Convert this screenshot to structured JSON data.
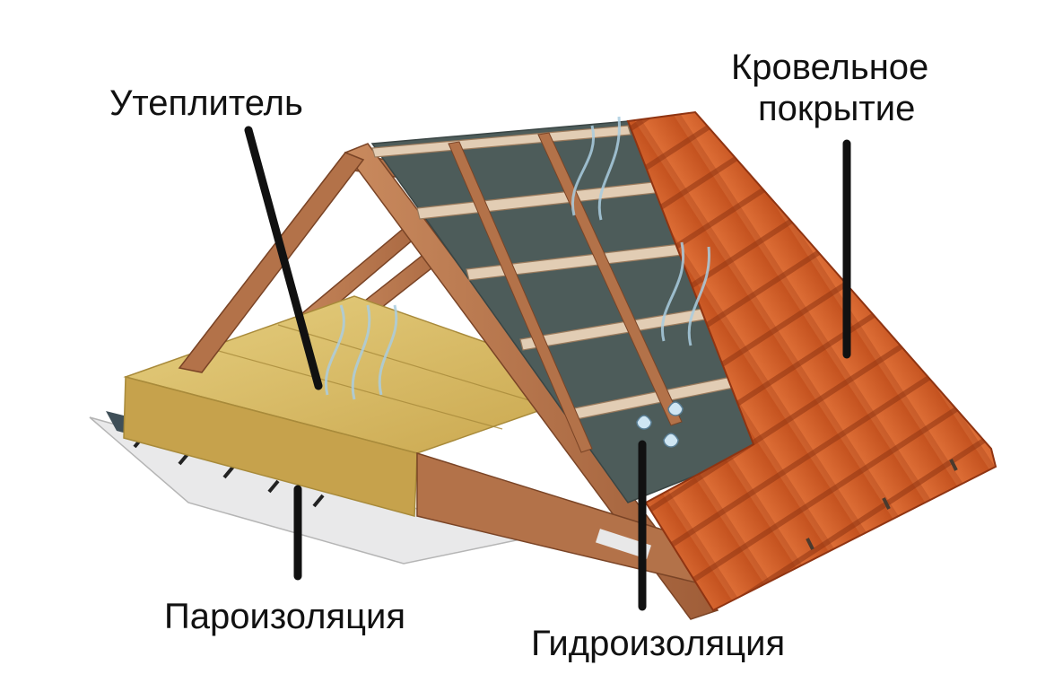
{
  "labels": {
    "insulation": "Утеплитель",
    "roofing_line1": "Кровельное",
    "roofing_line2": "покрытие",
    "vapor_barrier": "Пароизоляция",
    "waterproofing": "Гидроизоляция"
  },
  "colors": {
    "wood": "#b8734a",
    "wood_dark": "#8a4f2e",
    "tile": "#d2602c",
    "tile_dark": "#a8421b",
    "membrane": "#4a5a58",
    "insulation": "#d9bf6a",
    "vapor_film": "#e8e8e8",
    "leader_line": "#111111",
    "vapor": "#bcd8e6"
  }
}
